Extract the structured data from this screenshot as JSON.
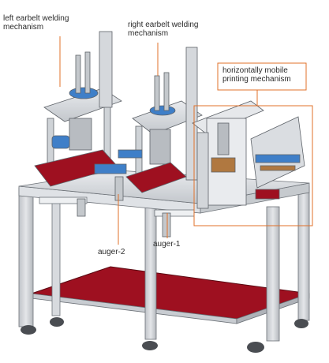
{
  "callouts": {
    "left_welding": {
      "line1": "left earbelt welding",
      "line2": "mechanism"
    },
    "right_welding": {
      "line1": "right earbelt welding",
      "line2": "mechanism"
    },
    "printing": {
      "line1": "horizontally mobile",
      "line2": "printing mechanism"
    },
    "auger_2": {
      "text": "auger-2"
    },
    "auger_1": {
      "text": "auger-1"
    }
  },
  "colors": {
    "callout_line": "#e0702a",
    "frame": "#cfd2d6",
    "frame_edge": "#6d7278",
    "red_plate": "#9e1020",
    "blue_part": "#3f7fc8",
    "bronze_part": "#b07840"
  }
}
